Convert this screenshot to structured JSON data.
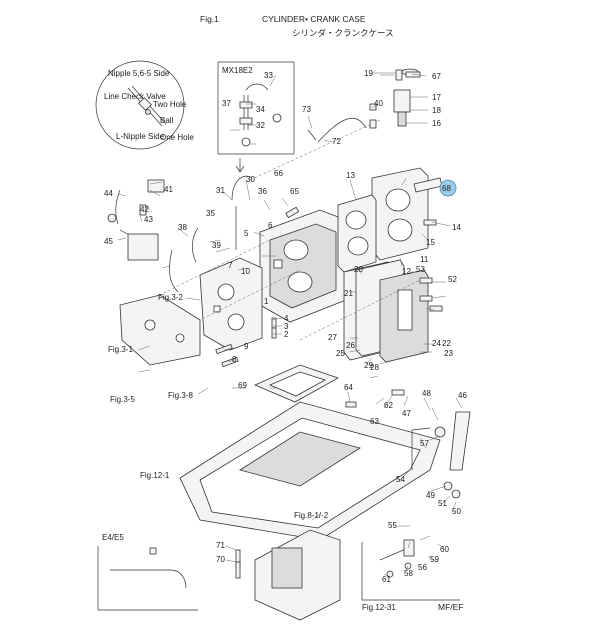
{
  "header": {
    "fig": "Fig.1",
    "title_en": "CYLINDER• CRANK CASE",
    "title_jp": "シリンダ・クランクケース"
  },
  "inset_detail": {
    "title": "MX18E2",
    "nipple_label": "Nipple 5,6-5 Side",
    "line_check_valve": "Line Check Valve",
    "two_hole": "Two Hole",
    "ball": "Ball",
    "l_nipple_side": "L-Nipple Side",
    "one_hole": "One Hole"
  },
  "part_numbers": [
    "1",
    "2",
    "3",
    "4",
    "5",
    "6",
    "7",
    "8",
    "9",
    "10",
    "11",
    "12",
    "13",
    "14",
    "15",
    "16",
    "17",
    "18",
    "19",
    "20",
    "21",
    "22",
    "23",
    "24",
    "25",
    "26",
    "27",
    "28",
    "29",
    "30",
    "31",
    "32",
    "33",
    "34",
    "35",
    "36",
    "37",
    "38",
    "39",
    "40",
    "41",
    "42",
    "43",
    "44",
    "45",
    "46",
    "47",
    "48",
    "49",
    "50",
    "51",
    "52",
    "53",
    "54",
    "55",
    "56",
    "57",
    "58",
    "59",
    "60",
    "61",
    "62",
    "63",
    "64",
    "65",
    "66",
    "67",
    "68",
    "69",
    "70",
    "71",
    "72",
    "73"
  ],
  "highlighted_part": "68",
  "figure_refs": {
    "fig3_2": "Fig.3-2",
    "fig3_1": "Fig.3-1",
    "fig3_5": "Fig.3-5",
    "fig3_8": "Fig.3-8",
    "fig12_1": "Fig.12-1",
    "fig8_12": "Fig.8-1/-2",
    "fig12_31": "Fig.12-31"
  },
  "model_tag": "MF/EF",
  "circle_tag": "E4/E5",
  "colors": {
    "highlight_fill": "#9ecbe8",
    "line": "#333333"
  }
}
